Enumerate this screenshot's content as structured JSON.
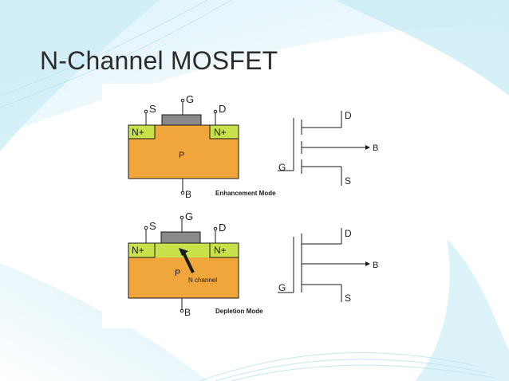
{
  "slide": {
    "title": "N-Channel MOSFET"
  },
  "colors": {
    "substrate": "#f0a63b",
    "n_region": "#c7e24a",
    "gate": "#8a8a8a",
    "line": "#1a1a1a",
    "background_accent": "#bfe6f4"
  },
  "enhancement": {
    "source_label": "S",
    "gate_label": "G",
    "drain_label": "D",
    "n_plus_left": "N+",
    "n_plus_right": "N+",
    "substrate_label": "P",
    "body_label": "B",
    "mode_label": "Enhancement Mode",
    "symbol": {
      "d": "D",
      "b": "B",
      "g": "G",
      "s": "S"
    }
  },
  "depletion": {
    "source_label": "S",
    "gate_label": "G",
    "drain_label": "D",
    "n_plus_left": "N+",
    "n_plus_right": "N+",
    "substrate_label": "P",
    "channel_label": "N channel",
    "body_label": "B",
    "mode_label": "Depletion Mode",
    "symbol": {
      "d": "D",
      "b": "B",
      "g": "G",
      "s": "S"
    }
  }
}
